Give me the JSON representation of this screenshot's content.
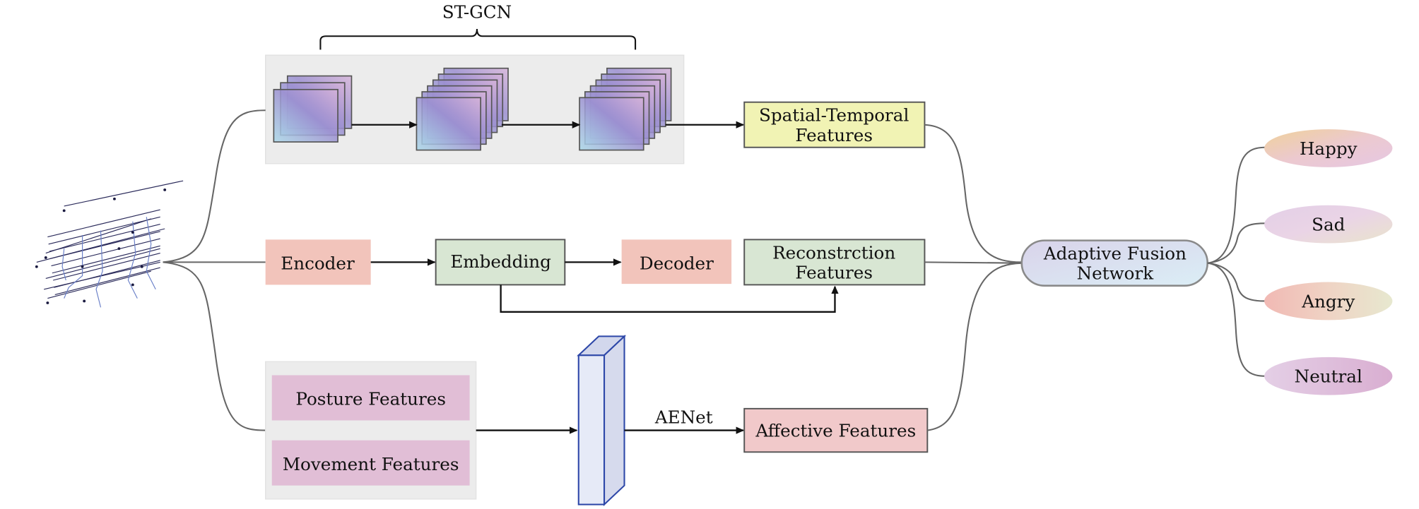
{
  "title": "ST-GCN",
  "input": {
    "icon": "skeleton-sequence-icon"
  },
  "branch_top": {
    "group_label": "ST-GCN",
    "output": "Spatial-Temporal Features",
    "output_lines": [
      "Spatial-Temporal",
      "Features"
    ]
  },
  "branch_middle": {
    "encoder": "Encoder",
    "embedding": "Embedding",
    "decoder": "Decoder",
    "output_lines": [
      "Reconstrction",
      "Features"
    ]
  },
  "branch_bottom": {
    "posture": "Posture Features",
    "movement": "Movement Features",
    "network": "AENet",
    "output": "Affective Features"
  },
  "fusion": {
    "lines": [
      "Adaptive Fusion",
      "Network"
    ]
  },
  "emotions": [
    "Happy",
    "Sad",
    "Angry",
    "Neutral"
  ],
  "colors": {
    "stgcn_bg": "#ececec",
    "spatial_temporal": "#f1f3b4",
    "encoder_decoder": "#f2c4bb",
    "embedding": "#d8e6d3",
    "reconstruction": "#d8e6d3",
    "posture_movement": "#e1bed6",
    "affective": "#f1c9ca",
    "aenet_block": "#e6eaf7"
  }
}
